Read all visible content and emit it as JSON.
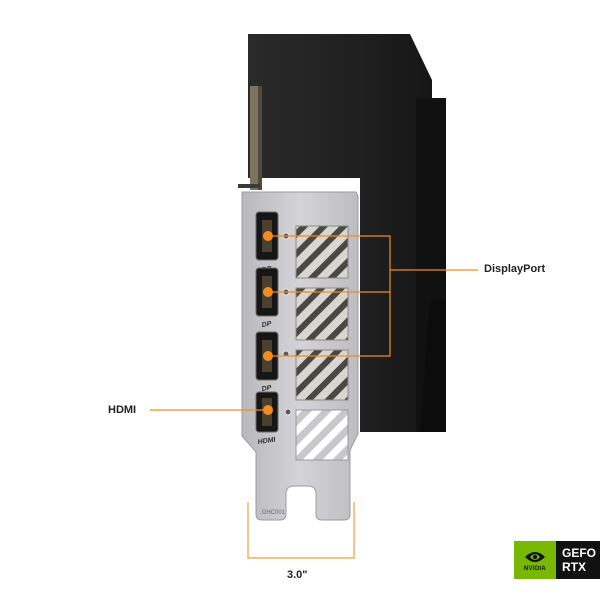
{
  "callouts": {
    "displayport": "DisplayPort",
    "hdmi": "HDMI",
    "bracket_width": "3.0\""
  },
  "port_marks": [
    "DP",
    "DP",
    "DP",
    "HDMI"
  ],
  "bracket_mark": "DHC001",
  "badge": {
    "brand": "NVIDIA",
    "line1": "GEFO",
    "line2": "RTX"
  },
  "colors": {
    "accent": "#f28c1e",
    "bracket": "#c9c9cc",
    "card_body": "#1e1e1e",
    "nvidia_green": "#76b900"
  }
}
